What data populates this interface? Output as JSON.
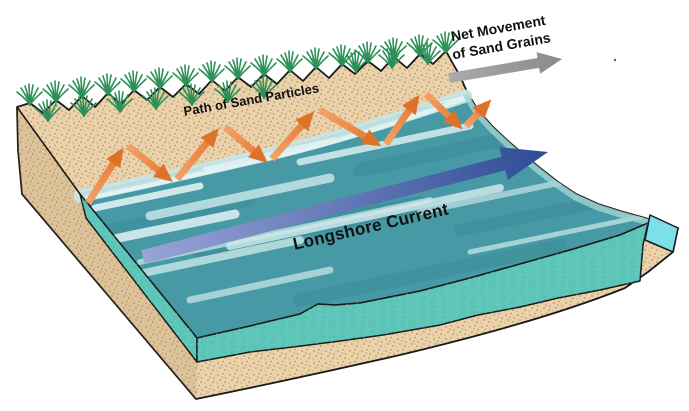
{
  "labels": {
    "path_of_sand_particles": "Path of Sand Particles",
    "net_movement_line1": "Net Movement",
    "net_movement_line2": "of Sand Grains",
    "longshore_current": "Longshore Current"
  },
  "colors": {
    "background": "#FFFFFF",
    "water_surface": "#4699A5",
    "water_front_face": "#5EC6B9",
    "water_corner_face": "#7DDFE9",
    "sand": "#EAD3AC",
    "grass": "#2C9158",
    "sand_path_arrow": "#E8833C",
    "sand_path_arrow_head": "#DF7229",
    "longshore_arrow_dark": "#2E4C96",
    "longshore_arrow_light": "#98A4D6",
    "net_movement_arrow": "#97979A",
    "wave_foam": "#CDE8EA",
    "outline": "#1A1A1A",
    "label_text": "#111111"
  }
}
